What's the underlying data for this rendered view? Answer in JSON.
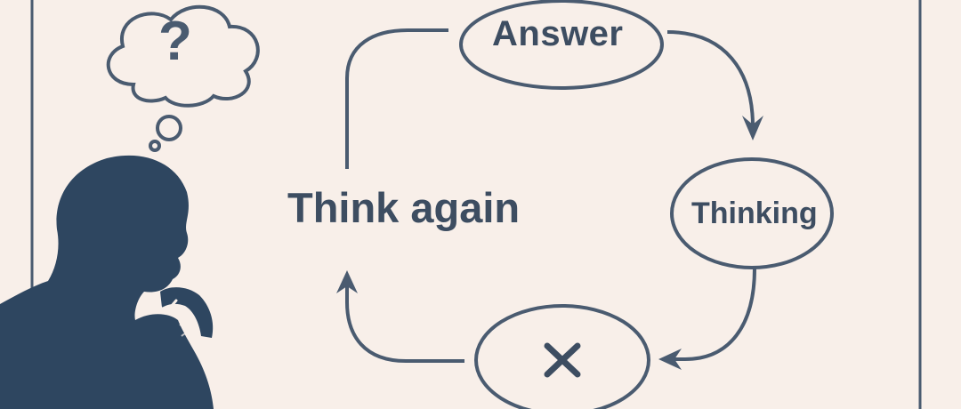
{
  "nodes": {
    "answer": "Answer",
    "thinking": "Thinking",
    "rejected_symbol": "✕"
  },
  "loop_label": "Think again",
  "thought_bubble": {
    "symbol": "?"
  },
  "icons": {
    "person": "thinking-person-icon",
    "check": "check-mark-icon",
    "cross": "cross-icon"
  },
  "colors": {
    "background": "#f8efe9",
    "ink": "#3d4d61",
    "silhouette": "#2e4660"
  }
}
